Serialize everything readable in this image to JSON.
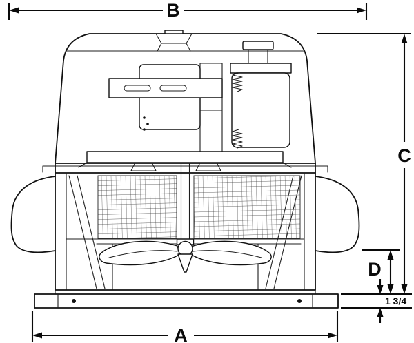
{
  "drawing": {
    "background_color": "#ffffff",
    "line_color": "#111111",
    "dimension_labels": {
      "overall_width": "B",
      "overall_height": "C",
      "windband_to_base": "D",
      "base_height": "1 3/4",
      "base_width": "A"
    }
  }
}
